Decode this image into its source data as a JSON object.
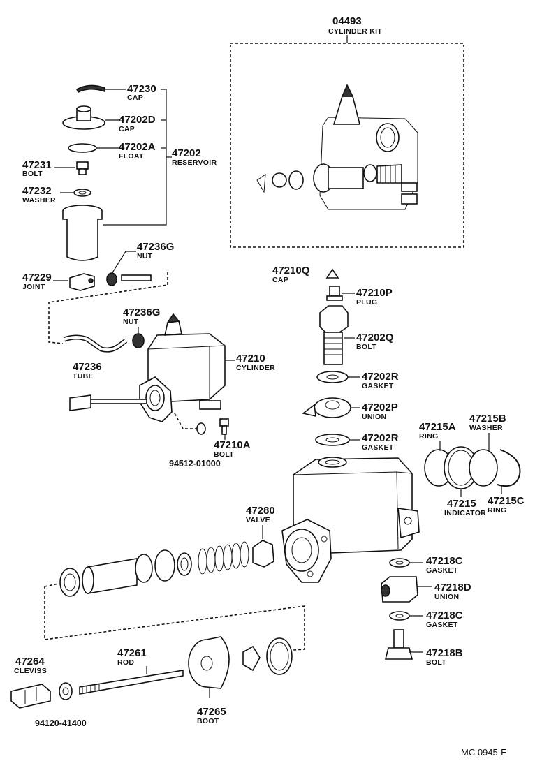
{
  "callouts": [
    {
      "id": "kit",
      "number": "04493",
      "name": "CYLINDER KIT"
    },
    {
      "id": "cap1",
      "number": "47230",
      "name": "CAP"
    },
    {
      "id": "cap2",
      "number": "47202D",
      "name": "CAP"
    },
    {
      "id": "float",
      "number": "47202A",
      "name": "FLOAT"
    },
    {
      "id": "reservoir",
      "number": "47202",
      "name": "RESERVOIR"
    },
    {
      "id": "bolt1",
      "number": "47231",
      "name": "BOLT"
    },
    {
      "id": "washer1",
      "number": "47232",
      "name": "WASHER"
    },
    {
      "id": "nut1",
      "number": "47236G",
      "name": "NUT"
    },
    {
      "id": "joint",
      "number": "47229",
      "name": "JOINT"
    },
    {
      "id": "nut2",
      "number": "47236G",
      "name": "NUT"
    },
    {
      "id": "tube",
      "number": "47236",
      "name": "TUBE"
    },
    {
      "id": "cylinder",
      "number": "47210",
      "name": "CYLINDER"
    },
    {
      "id": "bolt2",
      "number": "47210A",
      "name": "BOLT"
    },
    {
      "id": "part94512",
      "number": "94512-01000",
      "name": ""
    },
    {
      "id": "cap3",
      "number": "47210Q",
      "name": "CAP"
    },
    {
      "id": "plug",
      "number": "47210P",
      "name": "PLUG"
    },
    {
      "id": "bolt3",
      "number": "47202Q",
      "name": "BOLT"
    },
    {
      "id": "gasket1",
      "number": "47202R",
      "name": "GASKET"
    },
    {
      "id": "union1",
      "number": "47202P",
      "name": "UNION"
    },
    {
      "id": "gasket2",
      "number": "47202R",
      "name": "GASKET"
    },
    {
      "id": "ring1",
      "number": "47215A",
      "name": "RING"
    },
    {
      "id": "washer2",
      "number": "47215B",
      "name": "WASHER"
    },
    {
      "id": "indicator",
      "number": "47215",
      "name": "INDICATOR"
    },
    {
      "id": "ring2",
      "number": "47215C",
      "name": "RING"
    },
    {
      "id": "valve",
      "number": "47280",
      "name": "VALVE"
    },
    {
      "id": "gasket3",
      "number": "47218C",
      "name": "GASKET"
    },
    {
      "id": "union2",
      "number": "47218D",
      "name": "UNION"
    },
    {
      "id": "gasket4",
      "number": "47218C",
      "name": "GASKET"
    },
    {
      "id": "bolt4",
      "number": "47218B",
      "name": "BOLT"
    },
    {
      "id": "clevis",
      "number": "47264",
      "name": "CLEVISS"
    },
    {
      "id": "rod",
      "number": "47261",
      "name": "ROD"
    },
    {
      "id": "part94120",
      "number": "94120-41400",
      "name": ""
    },
    {
      "id": "boot",
      "number": "47265",
      "name": "BOOT"
    }
  ],
  "diagram_code": "MC  0945-E"
}
